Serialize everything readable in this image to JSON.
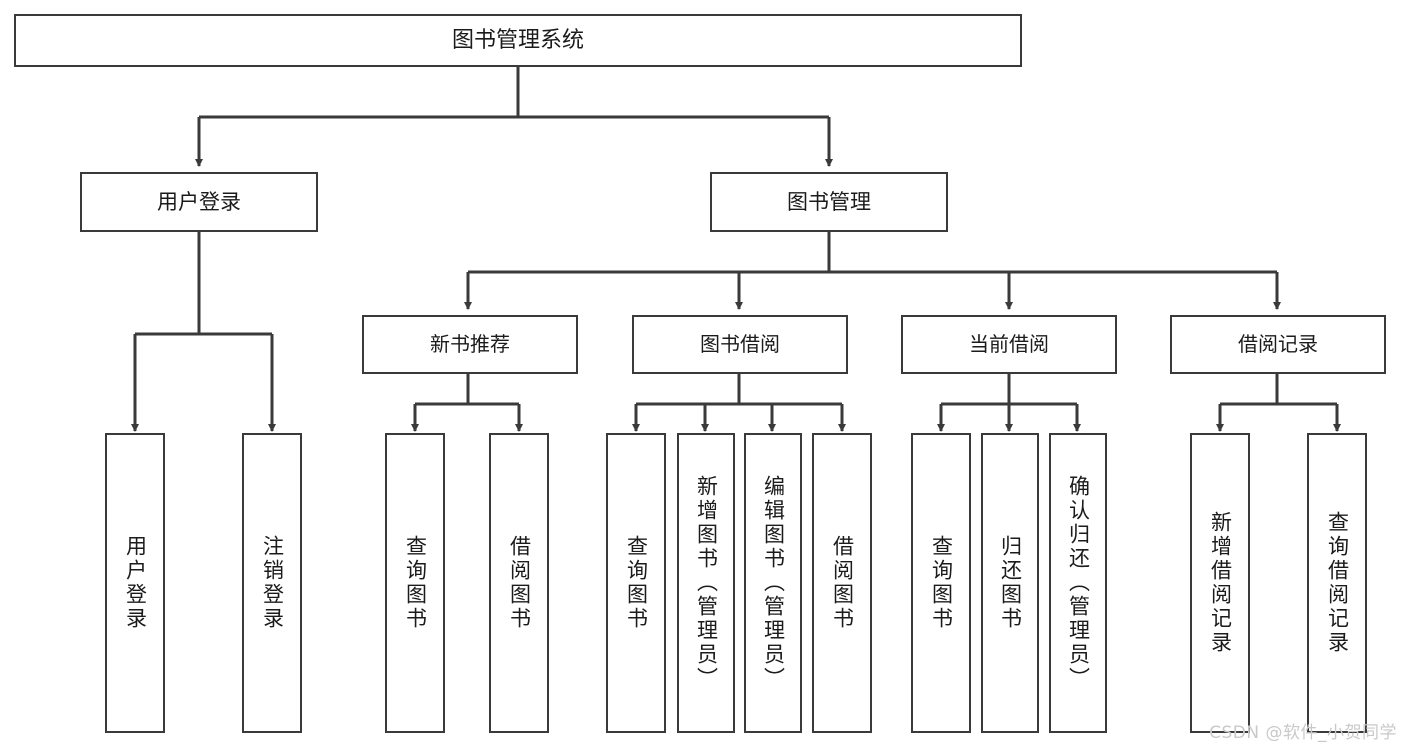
{
  "diagram": {
    "title": "图书管理系统",
    "type": "tree",
    "watermark": "CSDN @软件_小贺同学",
    "colors": {
      "stroke": "#3a3a3a",
      "fill": "#ffffff",
      "text": "#1b1b1b",
      "watermark": "#c9c9c9"
    },
    "nodes": {
      "root": {
        "label": "图书管理系统"
      },
      "level1": [
        {
          "label": "用户登录"
        },
        {
          "label": "图书管理"
        }
      ],
      "level2": [
        {
          "label": "新书推荐"
        },
        {
          "label": "图书借阅"
        },
        {
          "label": "当前借阅"
        },
        {
          "label": "借阅记录"
        }
      ],
      "leaves": [
        {
          "label": "用户登录"
        },
        {
          "label": "注销登录"
        },
        {
          "label": "查询图书"
        },
        {
          "label": "借阅图书"
        },
        {
          "label": "查询图书"
        },
        {
          "label": "新增图书（管理员）"
        },
        {
          "label": "编辑图书（管理员）"
        },
        {
          "label": "借阅图书"
        },
        {
          "label": "查询图书"
        },
        {
          "label": "归还图书"
        },
        {
          "label": "确认归还（管理员）"
        },
        {
          "label": "新增借阅记录"
        },
        {
          "label": "查询借阅记录"
        }
      ]
    },
    "edges": [
      {
        "from": "图书管理系统",
        "to": "用户登录"
      },
      {
        "from": "图书管理系统",
        "to": "图书管理"
      },
      {
        "from": "用户登录",
        "to": "用户登录"
      },
      {
        "from": "用户登录",
        "to": "注销登录"
      },
      {
        "from": "图书管理",
        "to": "新书推荐"
      },
      {
        "from": "图书管理",
        "to": "图书借阅"
      },
      {
        "from": "图书管理",
        "to": "当前借阅"
      },
      {
        "from": "图书管理",
        "to": "借阅记录"
      },
      {
        "from": "新书推荐",
        "to": "查询图书"
      },
      {
        "from": "新书推荐",
        "to": "借阅图书"
      },
      {
        "from": "图书借阅",
        "to": "查询图书"
      },
      {
        "from": "图书借阅",
        "to": "新增图书（管理员）"
      },
      {
        "from": "图书借阅",
        "to": "编辑图书（管理员）"
      },
      {
        "from": "图书借阅",
        "to": "借阅图书"
      },
      {
        "from": "当前借阅",
        "to": "查询图书"
      },
      {
        "from": "当前借阅",
        "to": "归还图书"
      },
      {
        "from": "当前借阅",
        "to": "确认归还（管理员）"
      },
      {
        "from": "借阅记录",
        "to": "新增借阅记录"
      },
      {
        "from": "借阅记录",
        "to": "查询借阅记录"
      }
    ]
  }
}
